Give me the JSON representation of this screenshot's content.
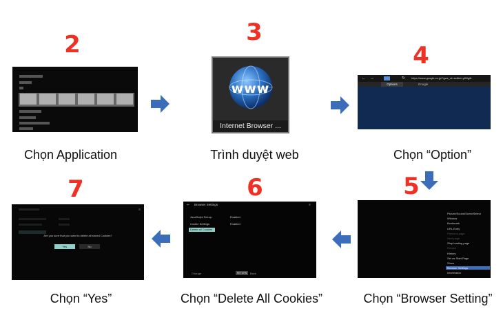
{
  "steps": [
    {
      "number": "2",
      "caption": "Chọn Application"
    },
    {
      "number": "3",
      "caption": "Trình duyệt web"
    },
    {
      "number": "4",
      "caption": "Chọn “Option”"
    },
    {
      "number": "5",
      "caption": "Chọn “Browser Setting”"
    },
    {
      "number": "6",
      "caption": "Chọn “Delete All Cookies”"
    },
    {
      "number": "7",
      "caption": "Chọn “Yes”"
    }
  ],
  "browser_tile": {
    "logo_text": "www",
    "label": "Internet Browser ..."
  },
  "browser_bar": {
    "url": "https://www.google.co.jp/?gws_rd=ssl&ei=y6Ngi6..",
    "tab_options": "Options",
    "tab_google": "Google"
  },
  "options_menu": {
    "items": [
      "Picture/Sound/SceneSelect",
      "Window",
      "Bookmark",
      "URL Entry",
      "Previous page",
      "Next page",
      "Stop loading page",
      "Reload",
      "History",
      "Set as Start Page",
      "Show",
      "Browser Settings",
      "Information"
    ],
    "selected": "Browser Settings"
  },
  "browser_settings": {
    "title": "Browser Settings",
    "rows": [
      {
        "label": "JavaScript Set-up",
        "value": "Enabled"
      },
      {
        "label": "Cookie Settings",
        "value": "Enabled"
      }
    ],
    "delete_label": "Delete all Cookies",
    "footer_change": "Change",
    "footer_return_key": "RETURN",
    "footer_back": "Back"
  },
  "confirm_dialog": {
    "question": "Are you sure that you want to delete all stored Cookies?",
    "yes": "Yes",
    "no": "No"
  },
  "colors": {
    "number": "#ee3124",
    "arrow": "#3b6dbb",
    "highlight": "#8fd0c8",
    "dark_blue": "#112a52"
  }
}
